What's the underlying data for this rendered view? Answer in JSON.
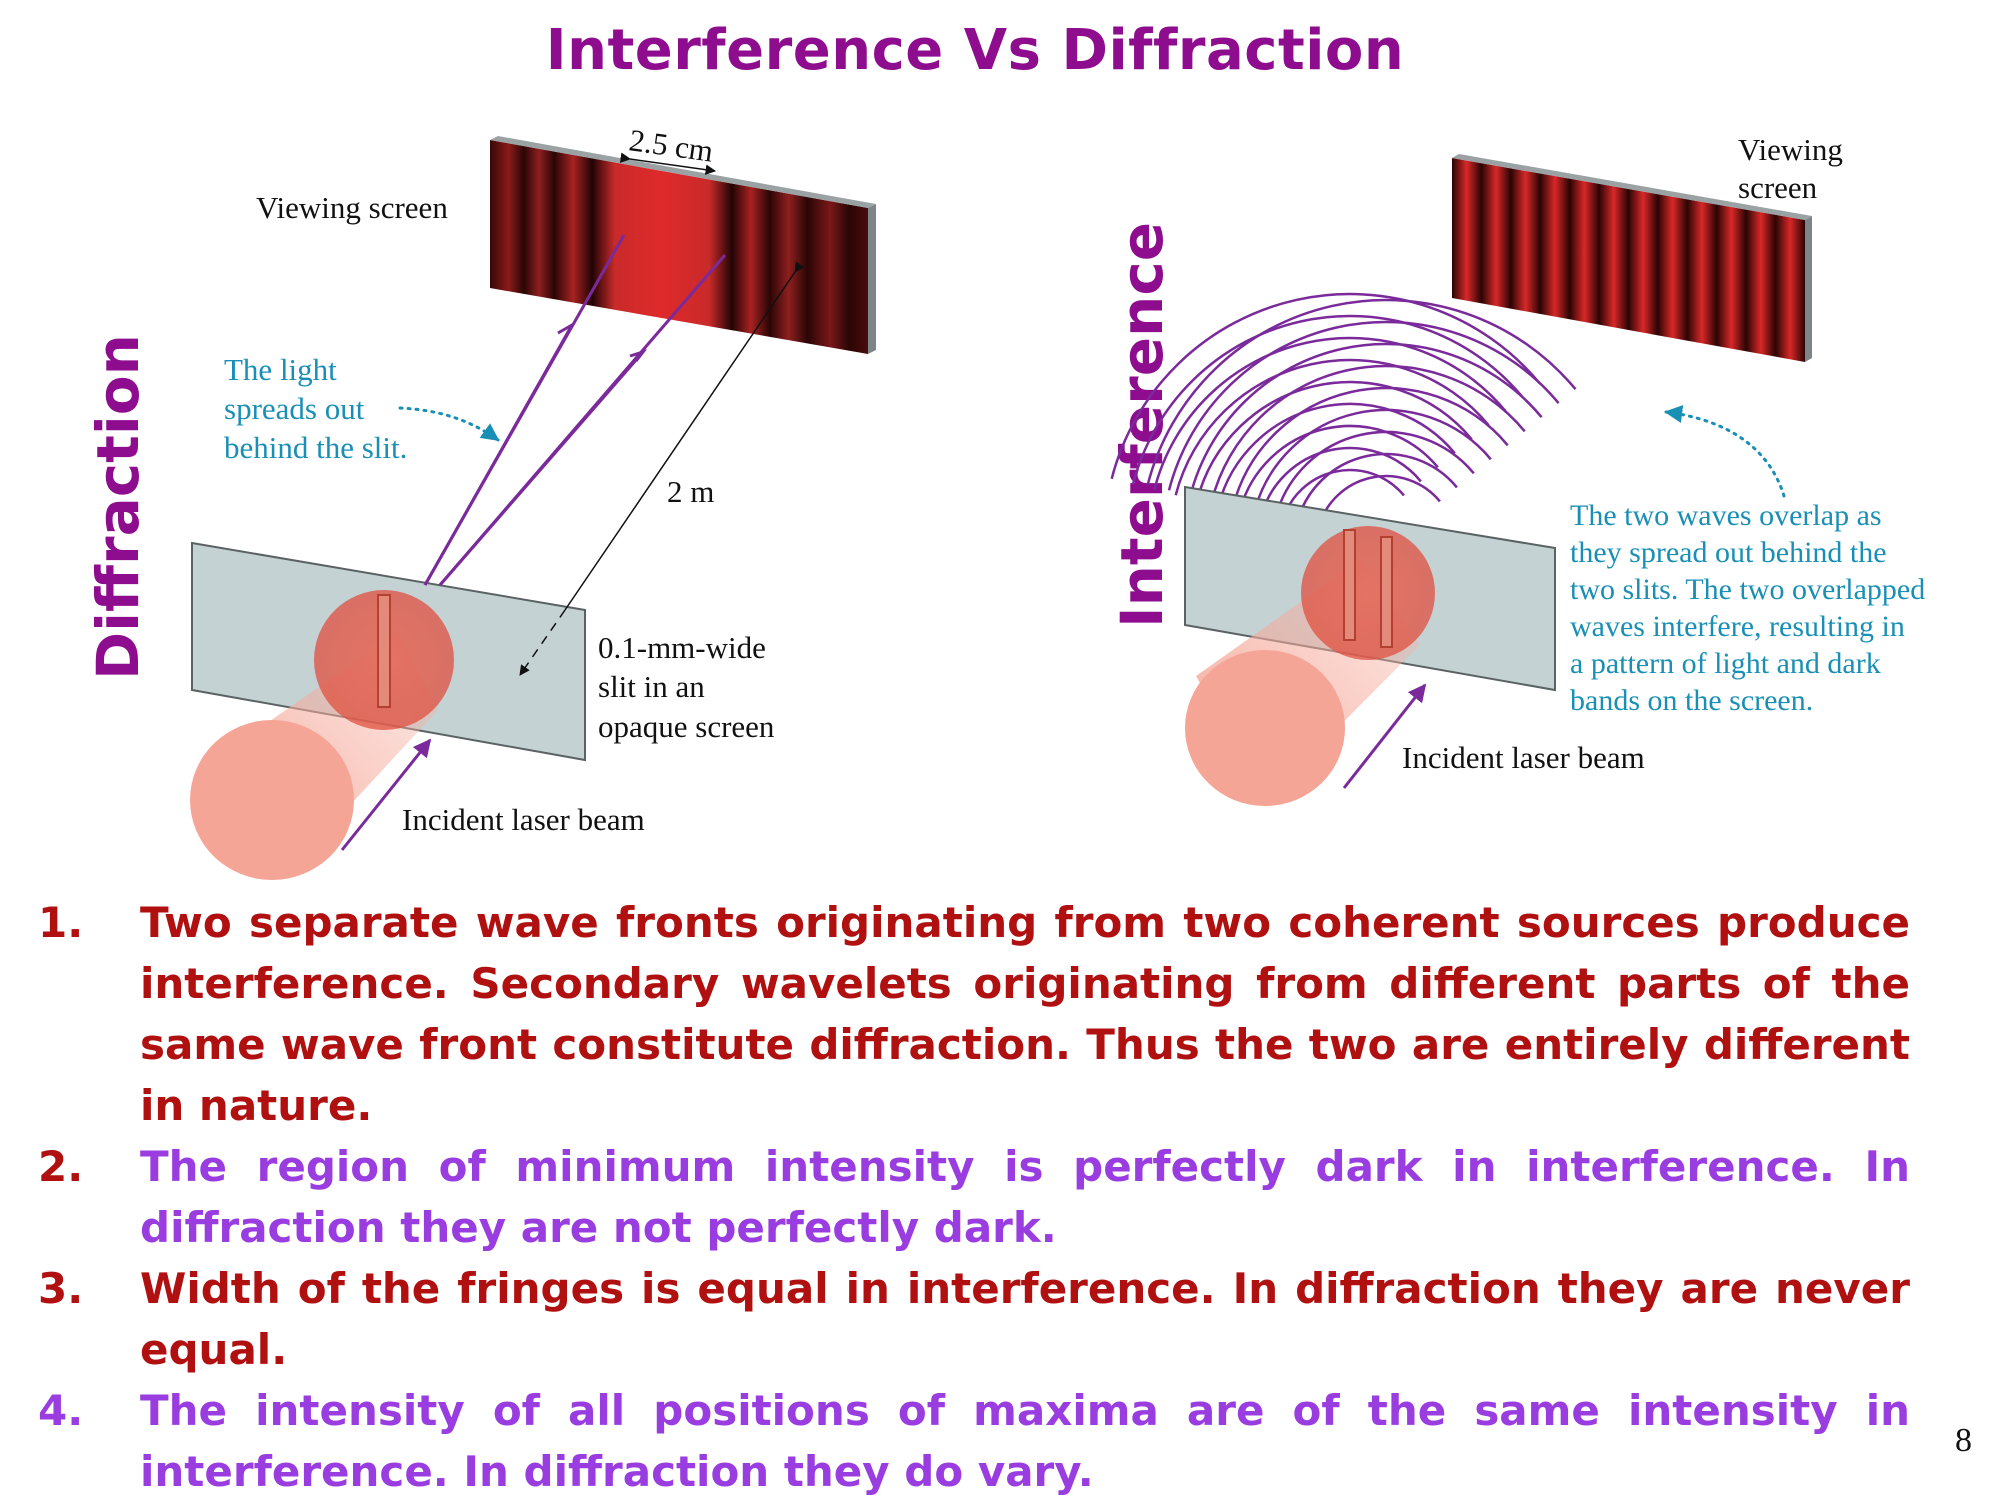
{
  "title": "Interference Vs Diffraction",
  "side_labels": {
    "left": "Diffraction",
    "right": "Interference"
  },
  "diffraction_diagram": {
    "screen_label": "Viewing screen",
    "width_label": "2.5 cm",
    "distance_label": "2 m",
    "spread_note": [
      "The light",
      "spreads out",
      "behind the slit."
    ],
    "slit_label": [
      "0.1-mm-wide",
      "slit in an",
      "opaque screen"
    ],
    "beam_label": "Incident laser beam"
  },
  "interference_diagram": {
    "screen_label": [
      "Viewing",
      "screen"
    ],
    "overlap_note": [
      "The two waves overlap as",
      "they spread out behind the",
      "two slits. The two overlapped",
      "waves interfere, resulting in",
      "a pattern of light and dark",
      "bands on the screen."
    ],
    "beam_label": "Incident laser beam"
  },
  "points": [
    {
      "num": "1.",
      "text": "Two separate wave fronts originating from two coherent sources produce interference. Secondary wavelets originating from different parts of the same wave front constitute diffraction. Thus the two are entirely different in nature.",
      "color": "#b01010"
    },
    {
      "num": "2.",
      "text": " The region of minimum intensity is perfectly dark in interference. In diffraction they are not perfectly dark.",
      "color": "#9a3de0"
    },
    {
      "num": "3.",
      "text": "Width of the fringes is equal in interference. In diffraction they are never equal.",
      "color": "#b01010"
    },
    {
      "num": "4.",
      "text": "The intensity of all positions of maxima are of the same intensity in interference. In diffraction they do vary.",
      "color": "#9a3de0"
    }
  ],
  "page_number": "8",
  "colors": {
    "title": "#8e0d8e",
    "red_text": "#b01010",
    "violet_text": "#9a3de0",
    "note_blue": "#1a8fb5"
  }
}
